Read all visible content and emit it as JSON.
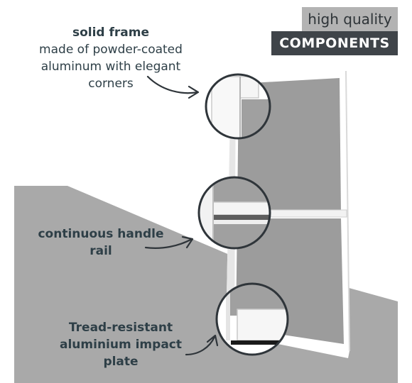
{
  "badge": {
    "line1": "high quality",
    "line2": "COMPONENTS"
  },
  "callouts": {
    "frame": {
      "title": "solid frame",
      "line1": "made of powder-coated",
      "line2": "aluminum with elegant",
      "line3": "corners"
    },
    "rail": {
      "line1": "continuous handle",
      "line2": "rail"
    },
    "plate": {
      "line1": "Tread-resistant",
      "line2": "aluminium impact",
      "line3": "plate"
    }
  },
  "colors": {
    "floor": "#a9a9a9",
    "mesh": "#9c9c9c",
    "frame": "#ffffff",
    "text": "#2e3f47",
    "badge_light": "#b3b3b3",
    "badge_dark": "#3f4449",
    "plate": "#1a1a1a"
  }
}
